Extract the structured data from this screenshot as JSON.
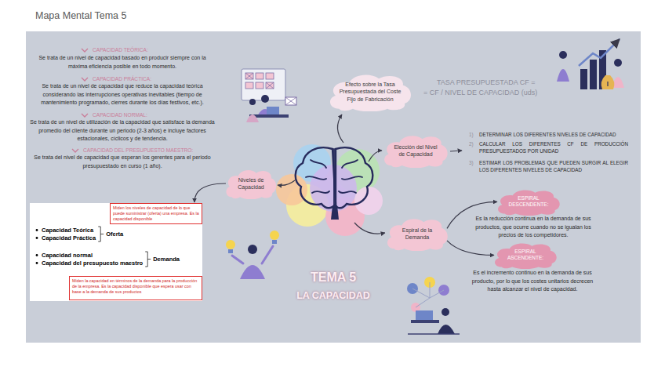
{
  "diagram": {
    "title": "Mapa Mental Tema 5",
    "nodes": [
      {
        "text": [
          "Efecto sobre la Tasa Presupuestada del Coste Fijo de Fabricación"
        ]
      },
      {
        "text": [
          "Elección del Nivel de Capacidad"
        ]
      },
      {
        "text": [
          "Niveles de Capacidad"
        ]
      },
      {
        "text": [
          "Capacidad Teórica",
          "Capacidad Práctica",
          "Oferta",
          "Capacidad normal",
          "Capacidad del presupuesto maestro",
          "Demanda"
        ]
      },
      {
        "text": [
          "Miden los niveles de capacidad de lo que puede suministrar (oferta) una empresa. Es la capacidad disponible"
        ],
        "in": 3
      },
      {
        "text": [
          "Miden la capacidad en términos de la demanda para la producción de la empresa. Es la capacidad disponible que espera usar con base a la demanda de sus productos"
        ],
        "in": 3
      },
      {
        "text": [
          "Espiral de la Demanda"
        ]
      },
      {
        "text": [
          "ESPIRAL DESCENDENTE:"
        ]
      },
      {
        "text": [
          "ESPIRAL ASCENDENTE:"
        ]
      }
    ],
    "edges": [
      {
        "from": 2,
        "to": 3,
        "arrow": "to"
      },
      {
        "from": 6,
        "to": 7,
        "arrow": "to"
      },
      {
        "from": 6,
        "to": 8,
        "arrow": "to"
      }
    ],
    "labels": [
      "CAPACIDAD TEÓRICA:",
      "Se trata de un nivel de capacidad basado en producir siempre con la máxima eficiencia posible en todo momento.",
      "CAPACIDAD PRÁCTICA:",
      "Se trata de un nivel de capacidad que reduce la capacidad teórica considerando las interrupciones operativas inevitables (tiempo de mantenimiento programado, cierres durante los días festivos, etc.).",
      "CAPACIDAD NORMAL:",
      "Se trata de un nivel de utilización de la capacidad que satisface la demanda promedio del cliente durante un periodo (2-3 años) e incluye factores estacionales, cíclicos y de tendencia.",
      "CAPACIDAD DEL PRESUPUESTO MAESTRO:",
      "Se trata del nivel de capacidad que esperan los gerentes para el periodo presupuestado en curso (1 año).",
      "TASA PRESUPUESTADA CF =",
      "= CF / NIVEL DE CAPACIDAD (uds)",
      "1)",
      "DETERMINAR LOS DIFERENTES NIVELES DE CAPACIDAD",
      "2)",
      "CALCULAR LOS DIFERENTES CF DE PRODUCCIÓN PRESUPUESTADOS POR UNIDAD",
      "3)",
      "ESTIMAR LOS PROBLEMAS QUE PUEDEN SURGIR AL ELEGIR LOS DIFERENTES NIVELES DE CAPACIDAD",
      "Es la reducción continua en la demanda de sus productos, que ocurre cuando no se igualan los precios de los competidores.",
      "Es el incremento continuo en la demanda de sus producto, por lo que los costes unitarios decrecen hasta alcanzar el nivel de capacidad.",
      "TEMA 5",
      "LA CAPACIDAD"
    ]
  }
}
